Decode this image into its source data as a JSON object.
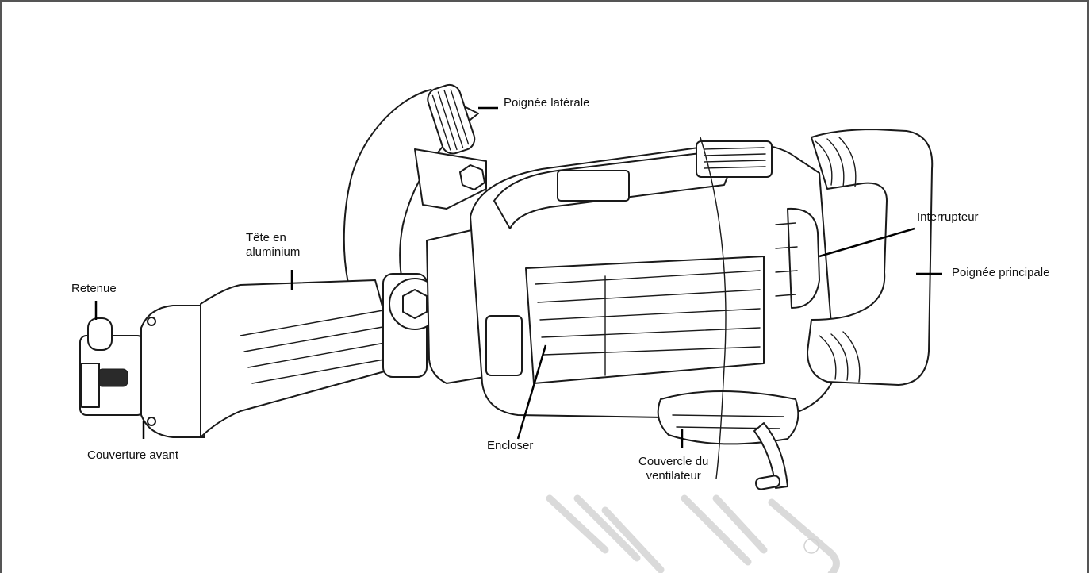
{
  "diagram": {
    "labels": {
      "side_handle": "Poignée latérale",
      "aluminium_head_line1": "Tête en",
      "aluminium_head_line2": "aluminium",
      "retainer": "Retenue",
      "front_cover": "Couverture avant",
      "switch": "Interrupteur",
      "main_handle": "Poignée principale",
      "enclosure": "Encloser",
      "fan_cover_line1": "Couvercle du",
      "fan_cover_line2": "ventilateur"
    },
    "icons": {
      "tool": "demolition-hammer-drawing",
      "watermark": "brand-watermark-logo"
    },
    "colors": {
      "border": "#555555",
      "line": "#1a1a1a",
      "watermark": "#d6d6d6"
    }
  }
}
